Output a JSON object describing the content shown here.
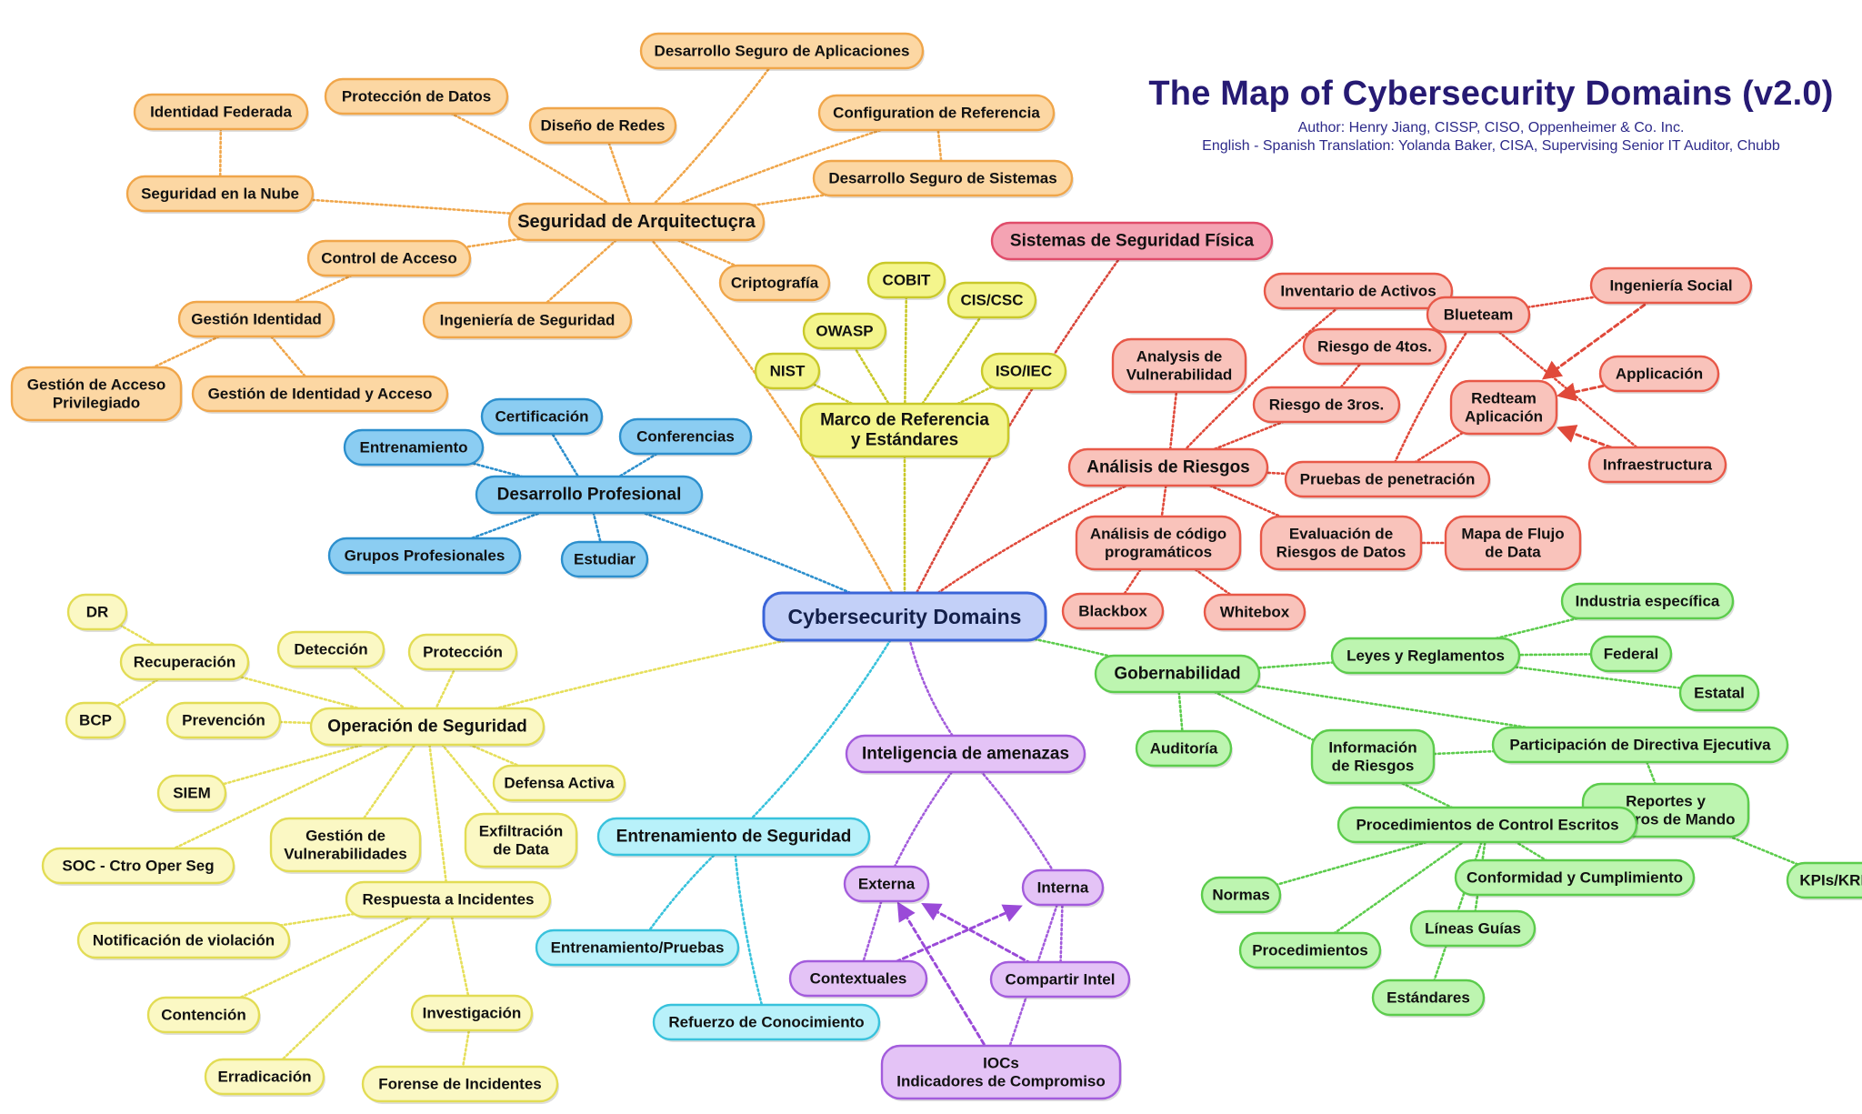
{
  "header": {
    "title": "The Map of Cybersecurity Domains (v2.0)",
    "author": "Author: Henry Jiang, CISSP, CISO, Oppenheimer & Co. Inc.",
    "translation": "English - Spanish Translation: Yolanda Baker, CISA, Supervising Senior IT Auditor, Chubb"
  },
  "colors": {
    "orange": "#fcd7a3",
    "yellow_green": "#f4f58c",
    "pink": "#f4a3b3",
    "red": "#f9c3bb",
    "blue": "#8bcdf2",
    "green": "#bdf5b0",
    "pale_yellow": "#fbf8c4",
    "purple": "#e4c3f6",
    "cyan": "#b8f1fa",
    "root": "#c3d0f8"
  },
  "nodes": {
    "root": "Cybersecurity Domains",
    "arquitectura": "Seguridad de Arquitectuçra",
    "desarrollo_seguro_apps": "Desarrollo Seguro de Aplicaciones",
    "proteccion_datos": "Protección de Datos",
    "identidad_federada": "Identidad Federada",
    "diseno_redes": "Diseño de Redes",
    "config_referencia": "Configuration de Referencia",
    "desarrollo_seguro_sistemas": "Desarrollo Seguro de Sistemas",
    "seguridad_nube": "Seguridad en la Nube",
    "control_acceso": "Control de Acceso",
    "criptografia": "Criptografía",
    "gestion_identidad": "Gestión Identidad",
    "ingenieria_seguridad": "Ingeniería de Seguridad",
    "gestion_acceso_priv": "Gestión de Acceso\nPrivilegiado",
    "gestion_identidad_acceso": "Gestión de Identidad y Acceso",
    "marco": "Marco de Referencia\ny Estándares",
    "cobit": "COBIT",
    "owasp": "OWASP",
    "cis_csc": "CIS/CSC",
    "nist": "NIST",
    "iso_iec": "ISO/IEC",
    "fisica": "Sistemas de Seguridad Física",
    "riesgos": "Análisis de Riesgos",
    "inventario": "Inventario de Activos",
    "riesgo_4tos": "Riesgo de 4tos.",
    "riesgo_3ros": "Riesgo de 3ros.",
    "analysis_vuln": "Analysis de\nVulnerabilidad",
    "blueteam": "Blueteam",
    "ing_social": "Ingeniería Social",
    "redteam": "Redteam\nAplicación",
    "applicacion": "Applicación",
    "infraestructura": "Infraestructura",
    "pruebas_penetracion": "Pruebas de penetración",
    "analisis_codigo": "Análisis de código\nprogramáticos",
    "eval_riesgos_datos": "Evaluación de\nRiesgos de Datos",
    "mapa_flujo": "Mapa de Flujo\nde Data",
    "blackbox": "Blackbox",
    "whitebox": "Whitebox",
    "desarrollo_prof": "Desarrollo Profesional",
    "certificacion": "Certificación",
    "entrenamiento": "Entrenamiento",
    "conferencias": "Conferencias",
    "grupos_prof": "Grupos Profesionales",
    "estudiar": "Estudiar",
    "gobernabilidad": "Gobernabilidad",
    "leyes": "Leyes y Reglamentos",
    "industria": "Industria específica",
    "federal": "Federal",
    "estatal": "Estatal",
    "auditoria": "Auditoría",
    "info_riesgos": "Información\nde Riesgos",
    "participacion": "Participación de Directiva Ejecutiva",
    "reportes": "Reportes y\nCuadros de Mando",
    "kpis": "KPIs/KRIs",
    "procedimientos_control": "Procedimientos de Control Escritos",
    "normas": "Normas",
    "conformidad": "Conformidad y Cumplimiento",
    "lineas_guias": "Líneas Guías",
    "procedimientos": "Procedimientos",
    "estandares": "Estándares",
    "operacion": "Operación de Seguridad",
    "dr": "DR",
    "recuperacion": "Recuperación",
    "bcp": "BCP",
    "deteccion": "Detección",
    "proteccion": "Protección",
    "prevencion": "Prevención",
    "siem": "SIEM",
    "defensa_activa": "Defensa Activa",
    "gestion_vuln": "Gestión de\nVulnerabilidades",
    "exfiltracion": "Exfiltración\nde Data",
    "soc": "SOC -  Ctro Oper Seg",
    "respuesta": "Respuesta a Incidentes",
    "notificacion": "Notificación de violación",
    "contencion": "Contención",
    "investigacion": "Investigación",
    "erradicacion": "Erradicación",
    "forense": "Forense de Incidentes",
    "inteligencia": "Inteligencia de amenazas",
    "externa": "Externa",
    "interna": "Interna",
    "contextuales": "Contextuales",
    "compartir_intel": "Compartir Intel",
    "iocs": "IOCs\nIndicadores de Compromiso",
    "entrenamiento_seg": "Entrenamiento de Seguridad",
    "entrenamiento_pruebas": "Entrenamiento/Pruebas",
    "refuerzo": "Refuerzo de Conocimiento"
  }
}
